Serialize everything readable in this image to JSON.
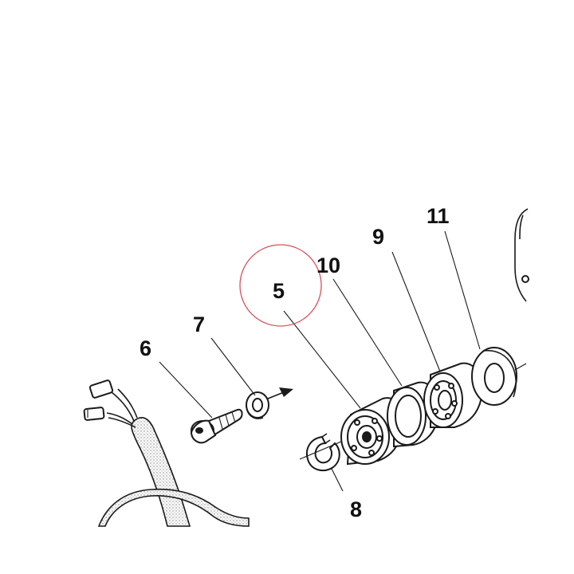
{
  "callouts": {
    "c5": "5",
    "c6": "6",
    "c7": "7",
    "c8": "8",
    "c9": "9",
    "c10": "10",
    "c11": "11"
  },
  "colors": {
    "highlight_circle": "#d9505a",
    "line": "#1a1a1a",
    "cable_hatch": "#8a8a8a"
  }
}
